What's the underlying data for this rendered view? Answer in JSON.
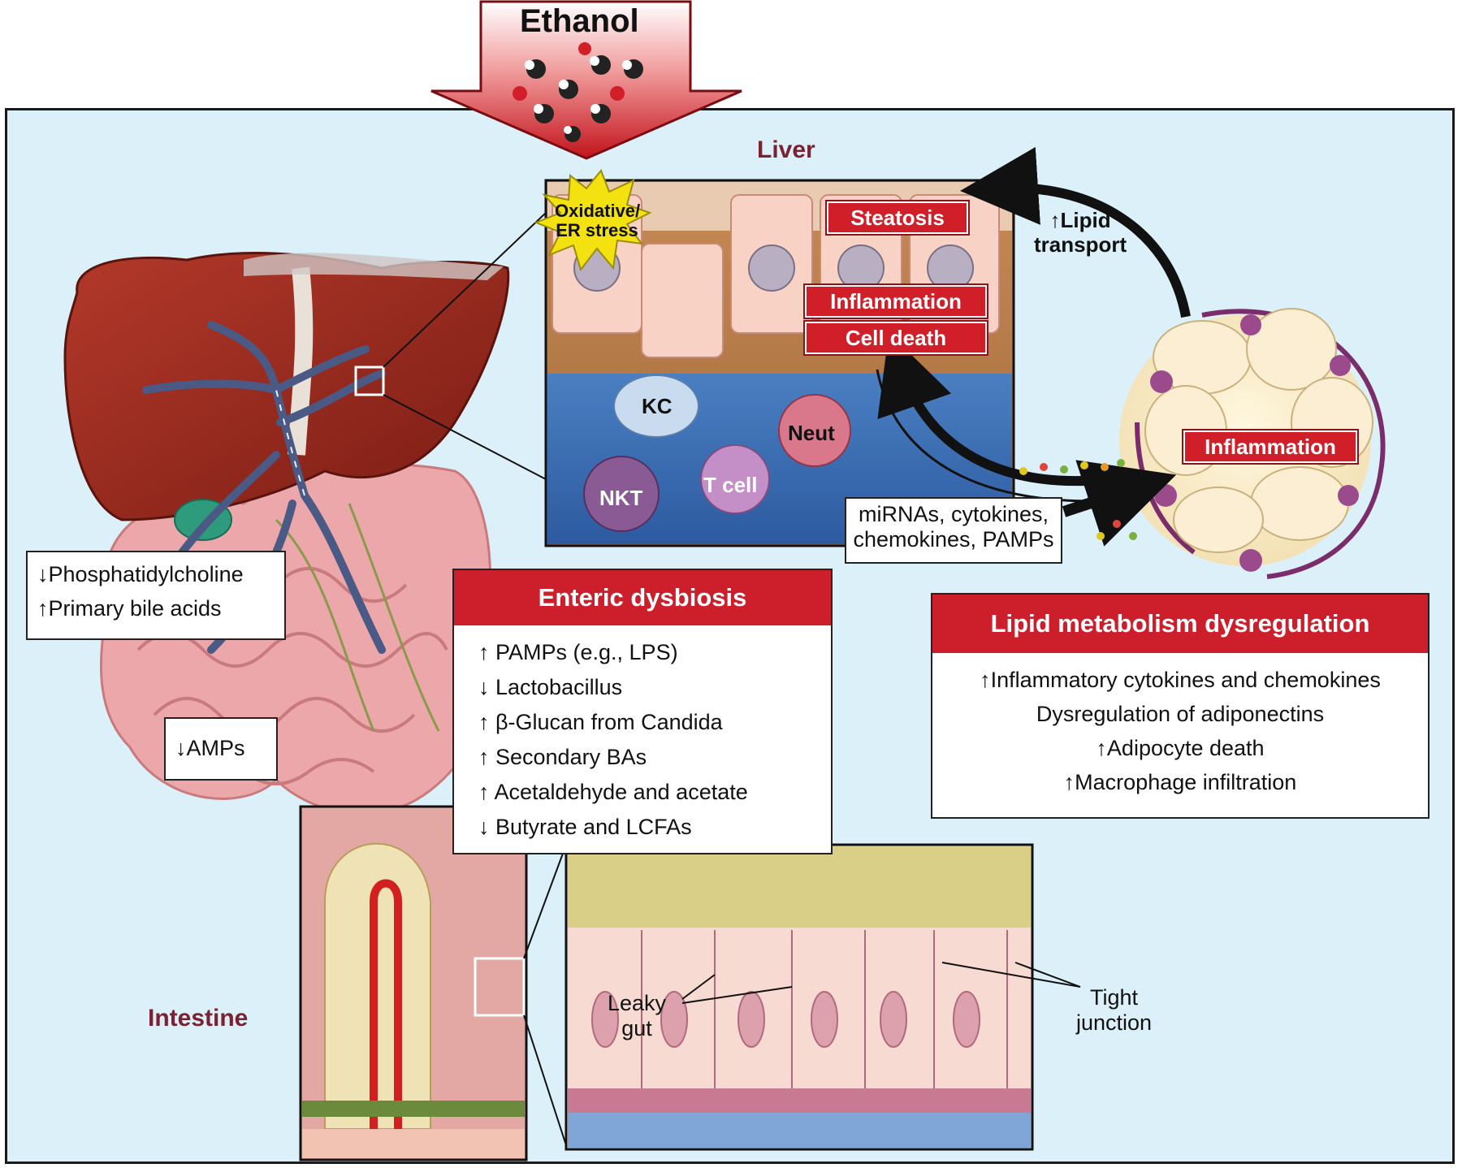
{
  "ethanol_label": "Ethanol",
  "regions": {
    "liver": "Liver",
    "intestine": "Intestine"
  },
  "liver_panel": {
    "stress_line1": "Oxidative/",
    "stress_line2": "ER stress",
    "steatosis": "Steatosis",
    "inflammation": "Inflammation",
    "cell_death": "Cell death",
    "cells": {
      "kc": "KC",
      "neut": "Neut",
      "nkt": "NKT",
      "t_cell": "T cell"
    }
  },
  "lipid_transport": {
    "line1": "↑Lipid",
    "line2": "transport"
  },
  "signals_box": {
    "line1": "miRNAs, cytokines,",
    "line2": "chemokines, PAMPs"
  },
  "adipose": {
    "inflammation": "Inflammation"
  },
  "liver_changes": {
    "line1": "↓Phosphatidylcholine",
    "line2": "↑Primary bile acids"
  },
  "amps_box": "↓AMPs",
  "enteric_dysbiosis": {
    "title": "Enteric dysbiosis",
    "items": [
      "↑ PAMPs (e.g., LPS)",
      "↓ Lactobacillus",
      "↑ β-Glucan from Candida",
      "↑ Secondary BAs",
      "↑ Acetaldehyde and acetate",
      "↓ Butyrate and LCFAs"
    ]
  },
  "lipid_dysregulation": {
    "title": "Lipid metabolism dysregulation",
    "items": [
      "↑Inflammatory cytokines and chemokines",
      "Dysregulation of adiponectins",
      "↑Adipocyte death",
      "↑Macrophage infiltration"
    ]
  },
  "gut_panel": {
    "leaky_line1": "Leaky",
    "leaky_line2": "gut",
    "tight_line1": "Tight",
    "tight_line2": "junction"
  },
  "colors": {
    "frame_bg": "#dcf0f9",
    "accent_red": "#d11f2a",
    "region_title": "#7b2232",
    "liver": "#9c2a1e",
    "intestine": "#eba7a9"
  }
}
